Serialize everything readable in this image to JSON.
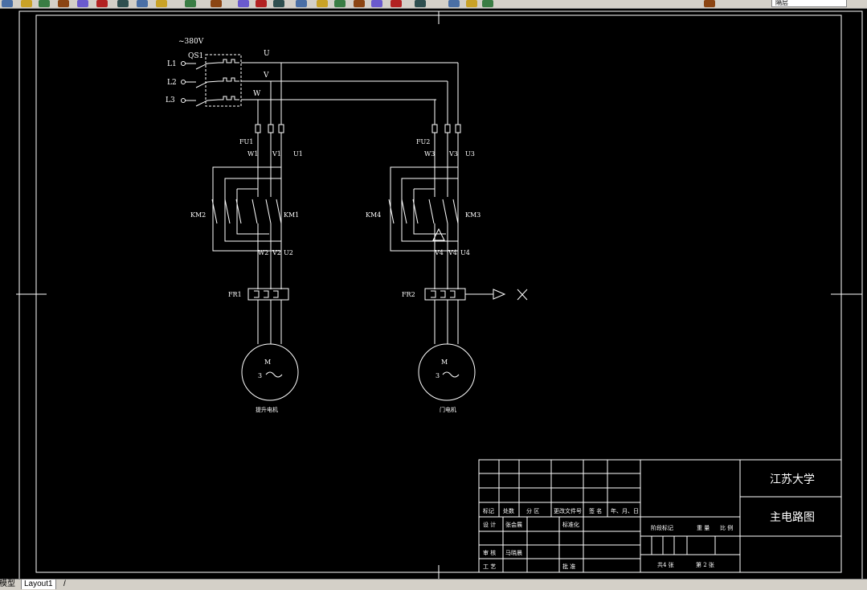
{
  "toolbar": {
    "icons": [
      "new-icon",
      "open-icon",
      "save-icon",
      "print-icon",
      "preview-icon",
      "cut-icon",
      "copy-icon",
      "paste-icon",
      "match-properties-icon",
      "undo-icon",
      "redo-icon",
      "pan-icon",
      "zoom-realtime-icon",
      "zoom-window-icon",
      "zoom-previous-icon",
      "properties-icon",
      "design-center-icon",
      "tool-palettes-icon",
      "markup-icon",
      "calculator-icon",
      "help-icon",
      "layer-manager-icon",
      "layer-state-icon",
      "layer-previous-icon",
      "style-icon"
    ],
    "layer_value": "隔层"
  },
  "tabs": {
    "model": "模型",
    "layout1": "Layout1",
    "sep": "/"
  },
  "drawing": {
    "supply": "~380V",
    "switch": "QS1",
    "lines": [
      "L1",
      "L2",
      "L3"
    ],
    "phases": [
      "U",
      "V",
      "W"
    ],
    "fuse1": "FU1",
    "fuse2": "FU2",
    "left_terminals_top": [
      "W1",
      "V1",
      "U1"
    ],
    "right_terminals_top": [
      "W3",
      "V3",
      "U3"
    ],
    "left_terminals_bottom": [
      "W2",
      "V2",
      "U2"
    ],
    "right_terminals_bottom": [
      "V4",
      "V4",
      "U4"
    ],
    "contactors": [
      "KM2",
      "KM1",
      "KM4",
      "KM3"
    ],
    "relays": [
      "FR1",
      "FR2"
    ],
    "motor1": {
      "symbol": "M",
      "phase": "3",
      "label": "提升电机"
    },
    "motor2": {
      "symbol": "M",
      "phase": "3",
      "label": "门电机"
    }
  },
  "title_block": {
    "school": "江苏大学",
    "drawing_title": "主电路图",
    "headers": [
      "标记",
      "处数",
      "分 区",
      "更改文件号",
      "签 名",
      "年、月、日"
    ],
    "design": "设 计",
    "designer": "张会展",
    "standard": "标准化",
    "review": "审 核",
    "reviewer": "马晓晨",
    "process": "工 艺",
    "approve": "批 准",
    "stage_mark": "阶段标记",
    "weight": "重 量",
    "scale": "比 例",
    "sheets_total": "共4 张",
    "sheet_no": "第 2 张"
  }
}
